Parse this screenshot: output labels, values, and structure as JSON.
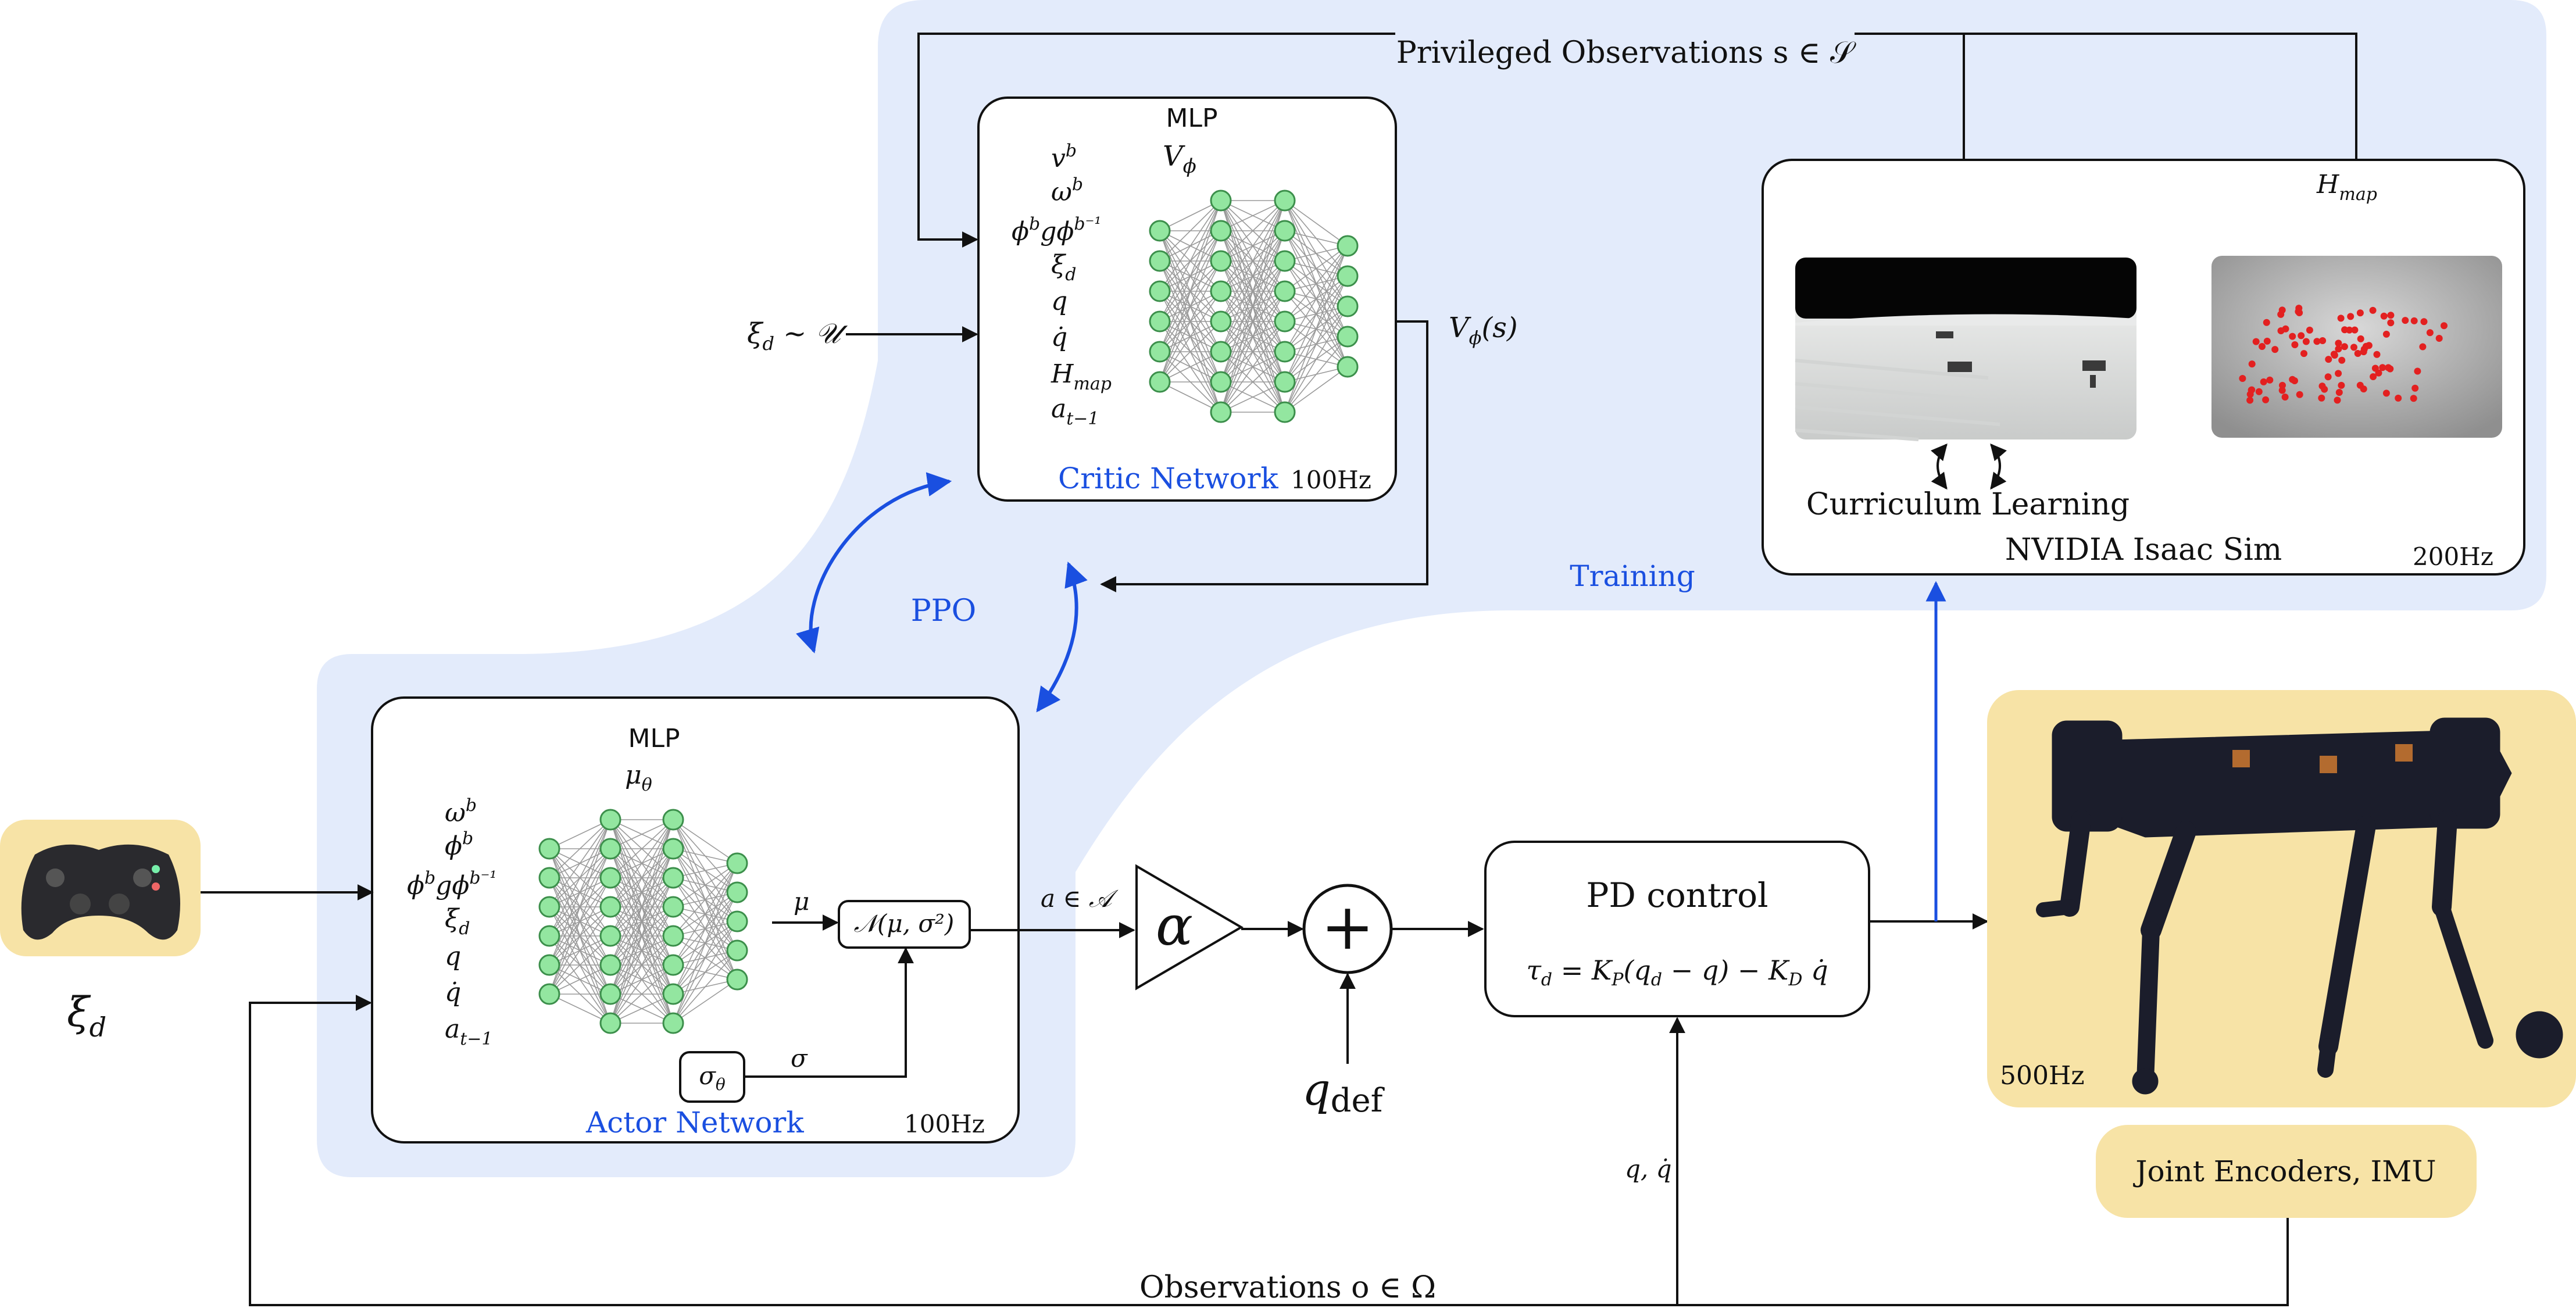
{
  "colors": {
    "training_bg": "#e3ebfb",
    "accent_blue": "#1a4fe0",
    "tan": "#f7e3a6",
    "node_fill": "#93e6a0",
    "node_stroke": "#3c8f4b",
    "line": "#111111"
  },
  "top_bar": {
    "privileged_obs": "Privileged Observations s ∈ 𝒮"
  },
  "critic": {
    "mlp_label": "MLP",
    "v_label": "V",
    "v_sub": "ϕ",
    "inputs": [
      "v",
      "ω",
      "ϕ g ϕ",
      "ξ",
      "q",
      "q̇",
      "H",
      "a"
    ],
    "title": "Critic Network",
    "rate": "100Hz",
    "input_dist": "ξ",
    "input_dist_tail": " ~ 𝒰",
    "output": "V",
    "output_tail": "(s)",
    "layers": [
      6,
      8,
      8,
      5
    ]
  },
  "sim": {
    "hmap_label": "H",
    "hmap_sub": "map",
    "curriculum": "Curriculum Learning",
    "title": "NVIDIA Isaac Sim",
    "rate": "200Hz"
  },
  "training_label": "Training",
  "ppo_label": "PPO",
  "actor": {
    "mlp_label": "MLP",
    "mu_label": "μ",
    "mu_sub": "θ",
    "inputs": [
      "ω",
      "ϕ",
      "ϕ g ϕ",
      "ξ",
      "q",
      "q̇",
      "a"
    ],
    "title": "Actor Network",
    "rate": "100Hz",
    "mu_out": "μ",
    "dist": "𝒩(μ, σ²)",
    "sigma_theta": "σ",
    "sigma_theta_sub": "θ",
    "sigma": "σ",
    "layers": [
      6,
      8,
      8,
      5
    ]
  },
  "controller": {
    "xi_d": "ξ",
    "xi_d_sub": "d"
  },
  "action_label": "a ∈ 𝒜",
  "gain_symbol": "α",
  "sum_symbol": "+",
  "q_def": "q",
  "q_def_sub": "def",
  "pd": {
    "title": "PD control",
    "equation": "τ_d = K_P(q_d − q) − K_D q̇"
  },
  "robot_rate": "500Hz",
  "sensors": "Joint Encoders, IMU",
  "feedback_qqdot": "q, q̇",
  "observations": "Observations o ∈ Ω"
}
